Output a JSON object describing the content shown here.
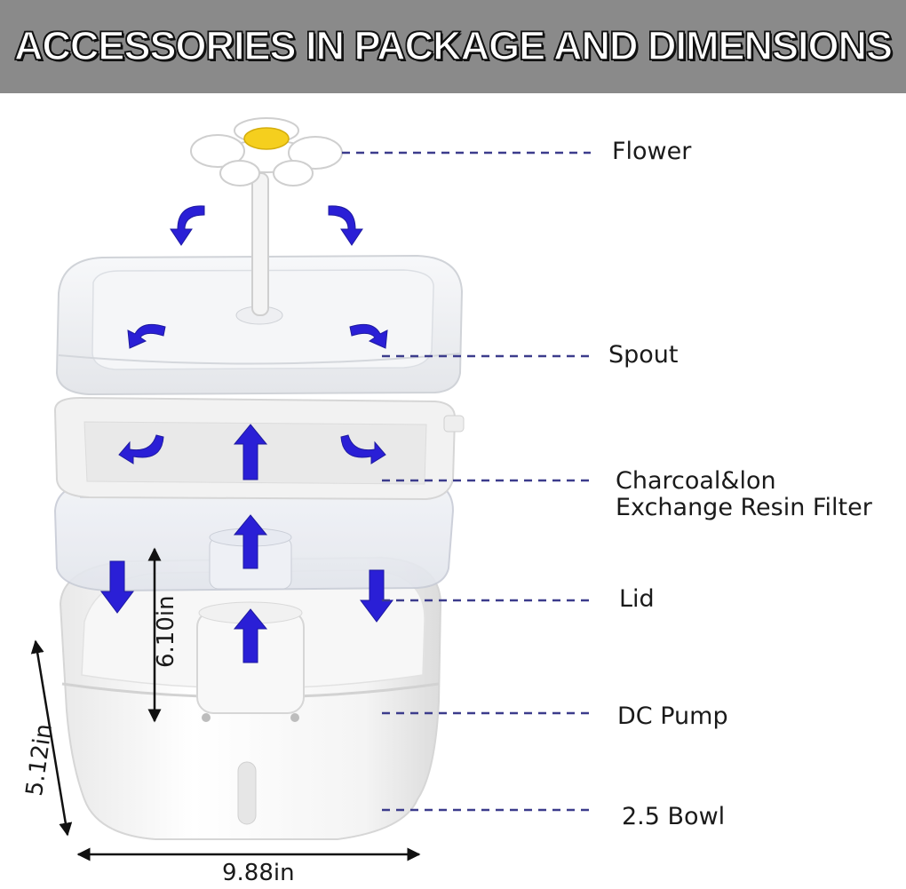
{
  "header": {
    "title": "ACCESSORIES IN PACKAGE AND DIMENSIONS"
  },
  "parts": {
    "flower": "Flower",
    "spout": "Spout",
    "filter_line1": "Charcoal&lon",
    "filter_line2": "Exchange Resin Filter",
    "lid": "Lid",
    "pump": "DC Pump",
    "bowl": "2.5 Bowl"
  },
  "dimensions": {
    "height_total": "6.10in",
    "height_bowl": "5.12in",
    "width": "9.88in"
  },
  "colors": {
    "banner": "#8a8a8a",
    "arrow": "#2a1fd6",
    "flower_center": "#f5cf1e",
    "leader_line": "#3c3c8c"
  }
}
